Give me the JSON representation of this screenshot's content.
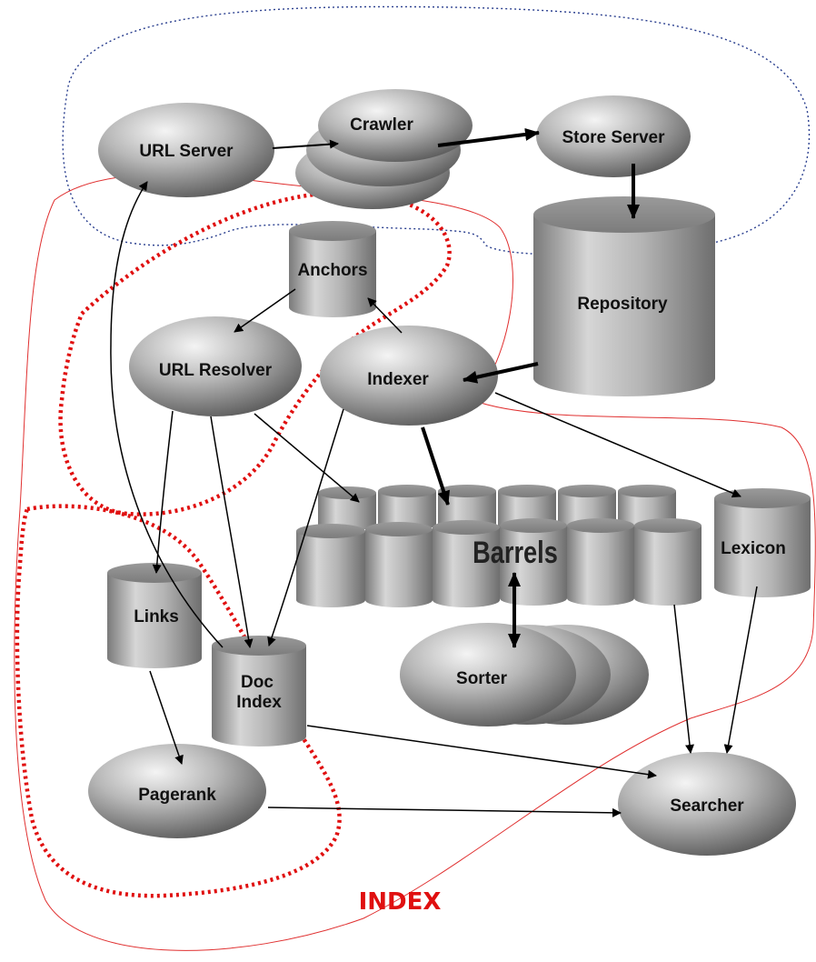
{
  "diagram": {
    "nodes": {
      "url_server": "URL Server",
      "crawler": "Crawler",
      "store_server": "Store Server",
      "anchors": "Anchors",
      "repository": "Repository",
      "url_resolver": "URL Resolver",
      "indexer": "Indexer",
      "barrels": "Barrels",
      "lexicon": "Lexicon",
      "links": "Links",
      "doc_index_line1": "Doc",
      "doc_index_line2": "Index",
      "sorter": "Sorter",
      "pagerank": "Pagerank",
      "searcher": "Searcher"
    },
    "region_label": "INDEX",
    "colors": {
      "crawl_boundary": "#2a3f8f",
      "index_boundary": "#e03030",
      "dotted_red": "#e01010",
      "node_fill": "#a8a8a8",
      "arrow": "#000000"
    }
  }
}
